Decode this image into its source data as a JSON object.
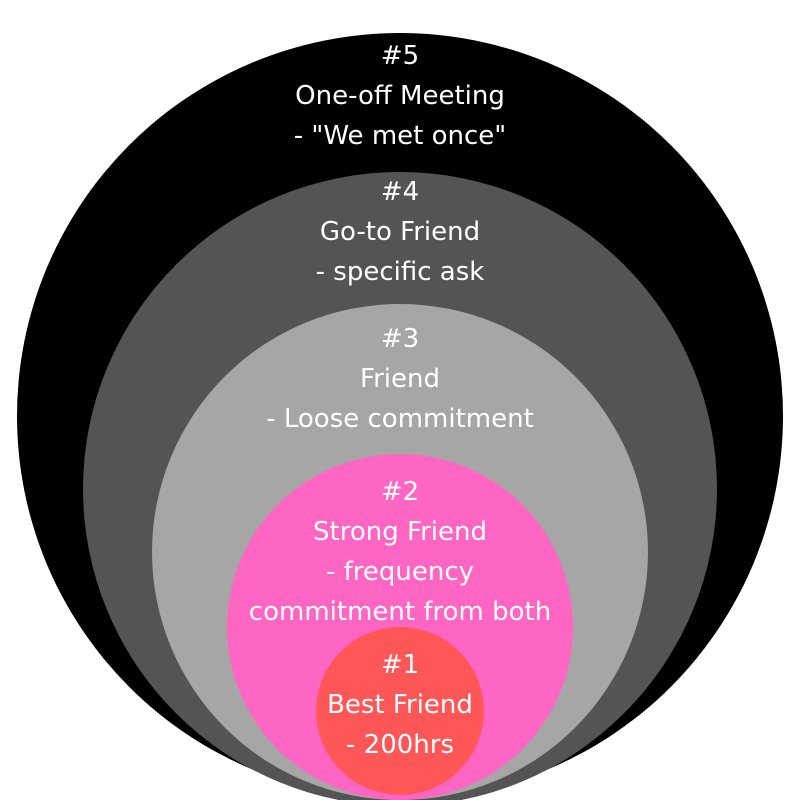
{
  "circles": [
    {
      "rank": "#5",
      "title": "One-off Meeting",
      "lines": [
        "- \"We met once\""
      ],
      "color": "#000000"
    },
    {
      "rank": "#4",
      "title": "Go-to Friend",
      "lines": [
        "- specific ask"
      ],
      "color": "#545454"
    },
    {
      "rank": "#3",
      "title": "Friend",
      "lines": [
        "- Loose commitment"
      ],
      "color": "#a6a6a6"
    },
    {
      "rank": "#2",
      "title": "Strong Friend",
      "lines": [
        "- frequency",
        "commitment from both"
      ],
      "color": "#ff66c4"
    },
    {
      "rank": "#1",
      "title": "Best Friend",
      "lines": [
        "- 200hrs"
      ],
      "color": "#ff5757"
    }
  ]
}
